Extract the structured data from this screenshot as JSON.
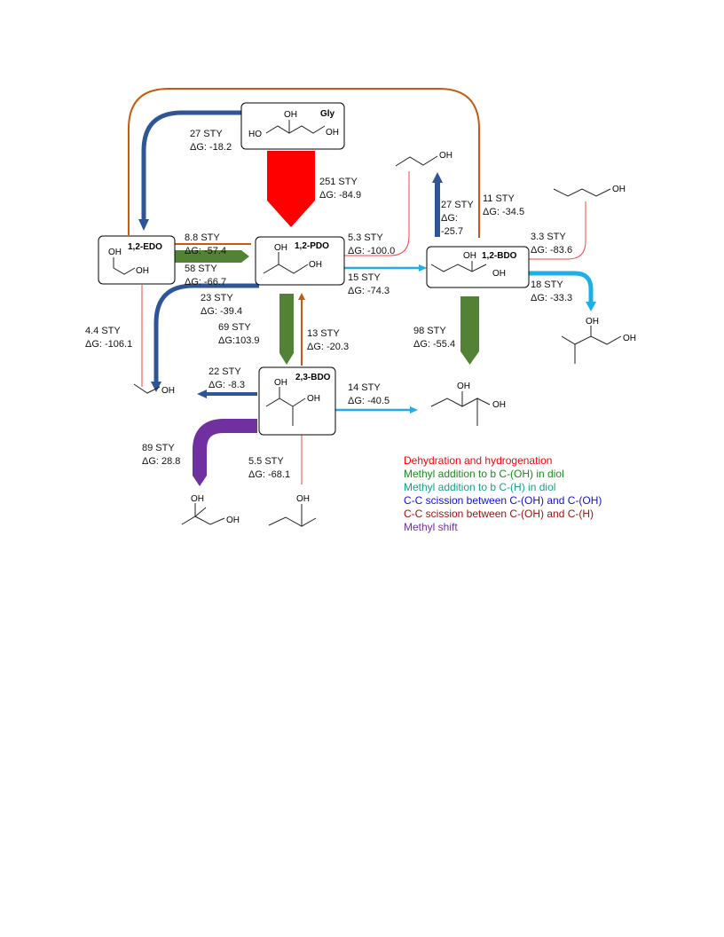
{
  "nodes": {
    "gly": "Gly",
    "edo": "1,2-EDO",
    "pdo": "1,2-PDO",
    "bdo12": "1,2-BDO",
    "bdo23": "2,3-BDO"
  },
  "atom_labels": {
    "oh": "OH",
    "ho": "HO"
  },
  "delta_symbol": "Δ",
  "flows": [
    {
      "id": "gly-pdo",
      "sty": "251 STY",
      "dg": "G: -84.9"
    },
    {
      "id": "gly-edo",
      "sty": "27 STY",
      "dg": "G: -18.2"
    },
    {
      "id": "edo-pdo-scission",
      "sty": "8.8 STY",
      "dg": "G: -57.4"
    },
    {
      "id": "edo-pdo-methyl",
      "sty": "58 STY",
      "dg": "G: -66.7"
    },
    {
      "id": "pdo-edo",
      "sty": "23 STY",
      "dg": "G: -39.4"
    },
    {
      "id": "edo-ethanol",
      "sty": "4.4 STY",
      "dg": "G: -106.1"
    },
    {
      "id": "pdo-propanol",
      "sty": "5.3 STY",
      "dg": "G: -100.0"
    },
    {
      "id": "pdo-bdo12",
      "sty": "15 STY",
      "dg": "G: -74.3"
    },
    {
      "id": "bdo12-propanol",
      "sty": "27 STY",
      "dg": "G:",
      "dg2": "-25.7"
    },
    {
      "id": "bdo12-gly",
      "sty": "11 STY",
      "dg": "G: -34.5"
    },
    {
      "id": "bdo12-butanol",
      "sty": "3.3 STY",
      "dg": "G: -83.6"
    },
    {
      "id": "bdo12-branched",
      "sty": "18 STY",
      "dg": "G: -33.3"
    },
    {
      "id": "pdo-bdo23",
      "sty": "69 STY",
      "dg": "G:103.9"
    },
    {
      "id": "bdo23-pdo",
      "sty": "13 STY",
      "dg": "G: -20.3"
    },
    {
      "id": "bdo12-pentanediol",
      "sty": "98 STY",
      "dg": "G: -55.4"
    },
    {
      "id": "bdo23-ethanol",
      "sty": "22 STY",
      "dg": "G: -8.3"
    },
    {
      "id": "bdo23-pentanediol",
      "sty": "14 STY",
      "dg": "G: -40.5"
    },
    {
      "id": "bdo23-methylshift",
      "sty": "89 STY",
      "dg": "G: 28.8"
    },
    {
      "id": "bdo23-butanol2",
      "sty": "5.5 STY",
      "dg": "G: -68.1"
    }
  ],
  "legend": [
    {
      "label": "Dehydration and hydrogenation",
      "color": "#ff0000"
    },
    {
      "label": "Methyl addition to b C-(OH) in diol",
      "color": "#1a8a1a"
    },
    {
      "label": "Methyl addition to b C-(H) in diol",
      "color": "#16a085"
    },
    {
      "label": "C-C scission between C-(OH) and C-(OH)",
      "color": "#1010d0"
    },
    {
      "label": "C-C scission between C-(OH) and C-(H)",
      "color": "#a01010"
    },
    {
      "label": "Methyl shift",
      "color": "#7030a0"
    }
  ],
  "colors": {
    "dehydration": "#ff0000",
    "methyl_oh": "#538135",
    "methyl_h": "#1cb0e6",
    "scission_oh_oh": "#2f5597",
    "scission_oh_h": "#c55a11",
    "methyl_shift": "#7030a0"
  }
}
